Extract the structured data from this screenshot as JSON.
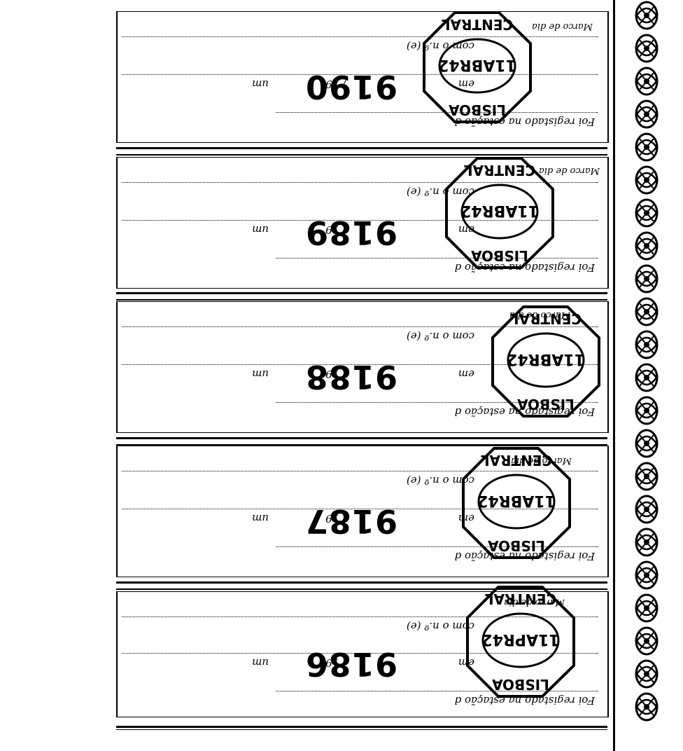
{
  "document": {
    "stubs": [
      {
        "number": "9190",
        "line_registo": "Foi registado na estação d",
        "line_com": "com o n.º (e)",
        "line_em": "em",
        "line_19": "/ 19",
        "line_um": "um",
        "stamp_city": "LISBOA",
        "stamp_date": "11ABR42",
        "stamp_unit": "CENTRAL",
        "stamp_marco": "Marco de dia"
      },
      {
        "number": "9189",
        "line_registo": "Foi registado na estação d",
        "line_com": "com o n.º (e)",
        "line_em": "em",
        "line_19": "/ 19",
        "line_um": "um",
        "stamp_city": "LISBOA",
        "stamp_date": "11ABR42",
        "stamp_unit": "CENTRAL",
        "stamp_marco": "Marco de dia"
      },
      {
        "number": "9188",
        "line_registo": "Foi registado na estação d",
        "line_com": "com o n.º (e)",
        "line_em": "em",
        "line_19": "/ 19",
        "line_um": "um",
        "stamp_city": "LISBOA",
        "stamp_date": "11ABR42",
        "stamp_unit": "CENTRAL",
        "stamp_marco": "Marco de dia"
      },
      {
        "number": "9187",
        "line_registo": "Foi registado na estação d",
        "line_com": "com o n.º (e)",
        "line_em": "em",
        "line_19": "/ 19",
        "line_um": "um",
        "stamp_city": "LISBOA",
        "stamp_date": "11ABR42",
        "stamp_unit": "CENTRAL",
        "stamp_marco": "Marco de dia"
      },
      {
        "number": "9186",
        "line_registo": "Foi registado na estação d",
        "line_com": "com o n.º (e)",
        "line_em": "em",
        "line_19": "/ 19",
        "line_um": "um",
        "stamp_city": "LISBOA",
        "stamp_date": "11APR42",
        "stamp_unit": "CENTRAL",
        "stamp_marco": "Marco de dia"
      }
    ],
    "ink_color": "#000000",
    "paper_color": "#ffffff"
  }
}
